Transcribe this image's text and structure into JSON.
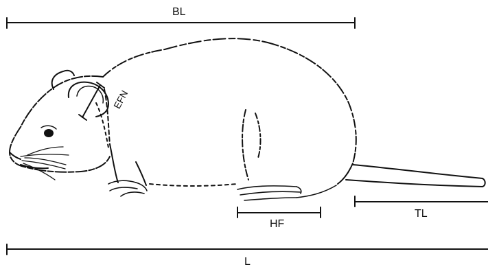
{
  "labels": {
    "body_length": "BL",
    "ear_length": "EFN",
    "hind_foot": "HF",
    "tail_length": "TL",
    "total_length": "L"
  },
  "colors": {
    "ink": "#111111",
    "background": "#ffffff"
  }
}
